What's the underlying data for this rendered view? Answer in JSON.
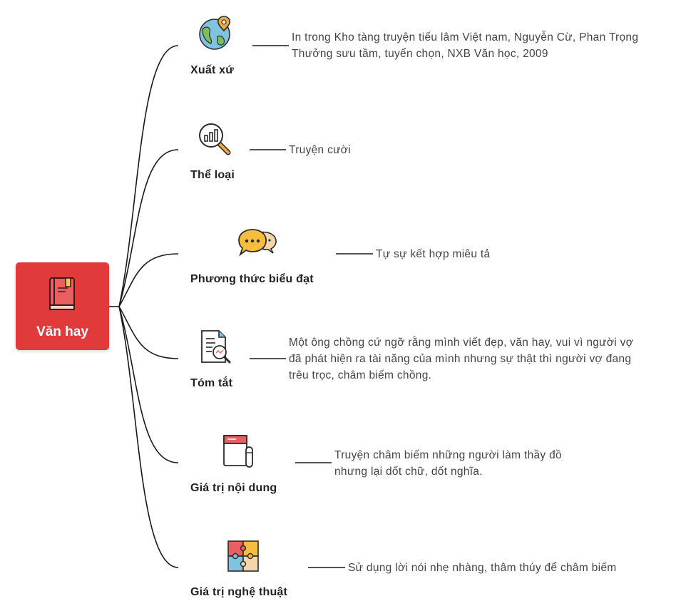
{
  "root": {
    "title": "Văn hay",
    "icon": "book-icon",
    "color": "#e03a3a"
  },
  "branches": [
    {
      "label": "Xuất xứ",
      "icon": "globe-location-icon",
      "text": "In trong Kho tàng truyện tiếu lâm Việt nam, Nguyễn Cừ, Phan Trọng Thưởng sưu tầm, tuyển chọn, NXB Văn học, 2009"
    },
    {
      "label": "Thể loại",
      "icon": "magnifier-chart-icon",
      "text": "Truyện cười"
    },
    {
      "label": "Phương thức biểu đạt",
      "icon": "speech-bubbles-icon",
      "text": "Tự sự kết hợp miêu tả"
    },
    {
      "label": "Tóm tắt",
      "icon": "document-search-icon",
      "text": "Một ông chồng cứ ngỡ rằng mình viết đẹp, văn hay, vui vì người vợ đã phát hiện ra tài năng của mình nhưng sự thật thì người vợ đang trêu trọc, châm biếm chồng."
    },
    {
      "label": "Giá trị nội dung",
      "icon": "notebook-icon",
      "text": "Truyện châm biếm những người làm thầy đồ nhưng lại dốt chữ, dốt nghĩa."
    },
    {
      "label": "Giá trị nghệ thuật",
      "icon": "puzzle-icon",
      "text": "Sử dụng lời nói nhẹ nhàng, thâm thúy để châm biếm"
    }
  ]
}
